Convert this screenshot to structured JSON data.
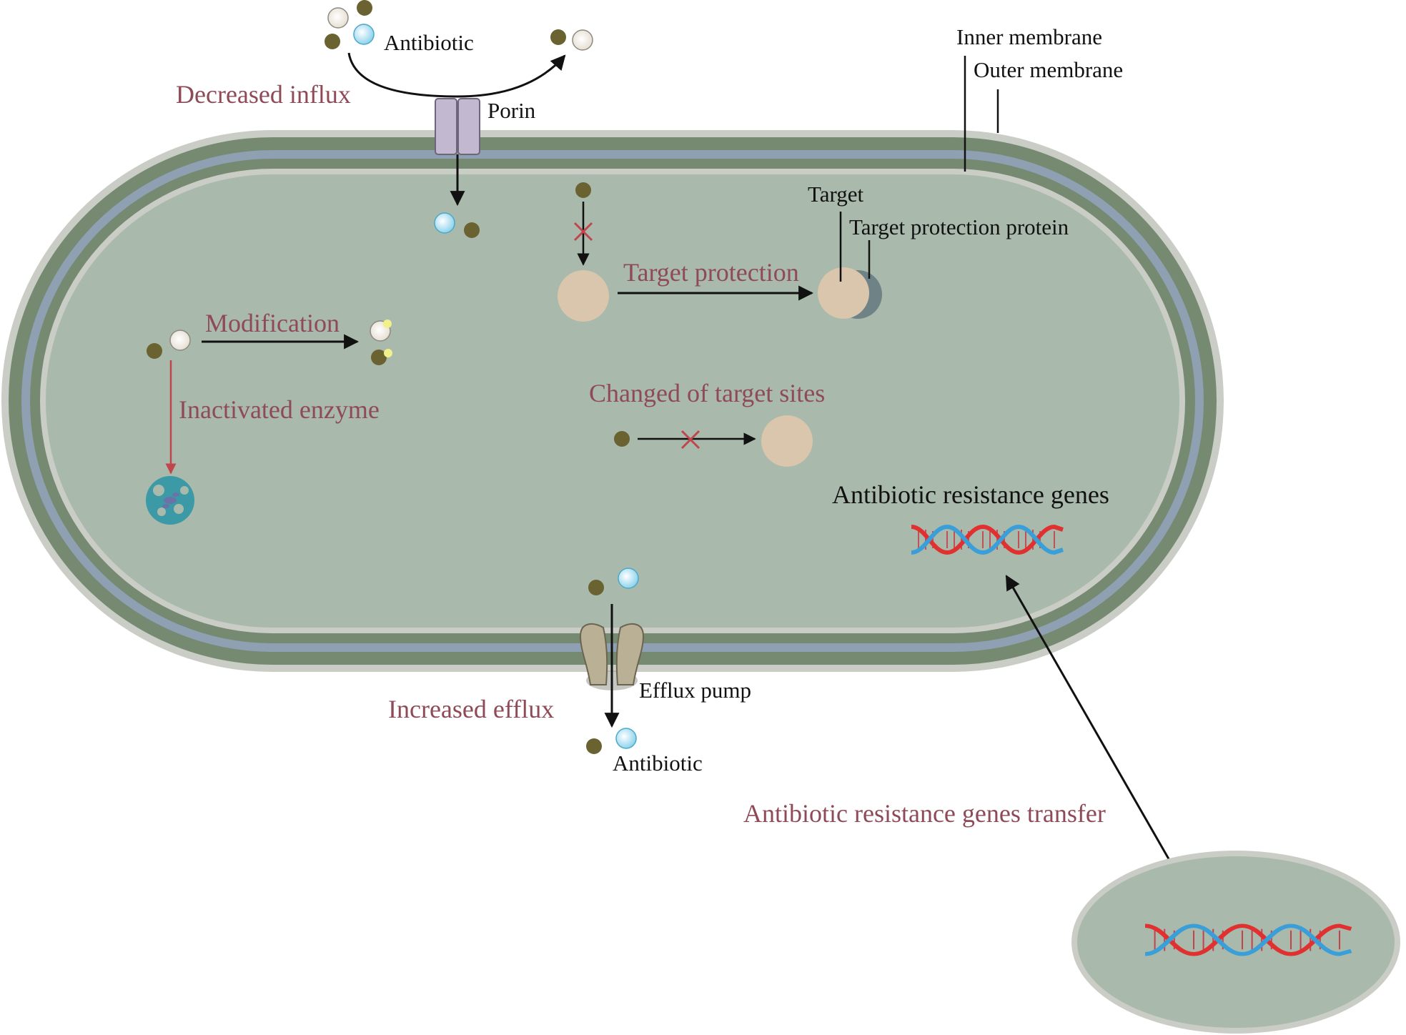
{
  "labels": {
    "antibiotic_top": "Antibiotic",
    "decreased_influx": "Decreased influx",
    "porin": "Porin",
    "inner_membrane": "Inner membrane",
    "outer_membrane": "Outer membrane",
    "target": "Target",
    "target_protection_protein": "Target protection protein",
    "target_protection": "Target protection",
    "modification": "Modification",
    "inactivated_enzyme": "Inactivated enzyme",
    "changed_target_sites": "Changed of target sites",
    "resistance_genes": "Antibiotic resistance genes",
    "efflux_pump": "Efflux pump",
    "increased_efflux": "Increased efflux",
    "antibiotic_bottom": "Antibiotic",
    "genes_transfer": "Antibiotic resistance genes transfer"
  },
  "colors": {
    "mechanism_text": "#8f4a57",
    "outer_membrane": "#768a71",
    "periplasm": "#8fa0b2",
    "cytoplasm": "#a9b9ab",
    "membrane_edge": "#c9cdc6",
    "antibiotic_dark": "#6b6232",
    "antibiotic_cream": "#f2ece3",
    "antibiotic_blue": "#b6e4f2",
    "target": "#d9c6ac",
    "protection_protein": "#6f8387",
    "porin": "#c2b8cf",
    "efflux_pump": "#b9b096",
    "dna_red": "#e0302f",
    "dna_blue": "#3a9fd8",
    "inhibit_cross": "#c0464c"
  }
}
